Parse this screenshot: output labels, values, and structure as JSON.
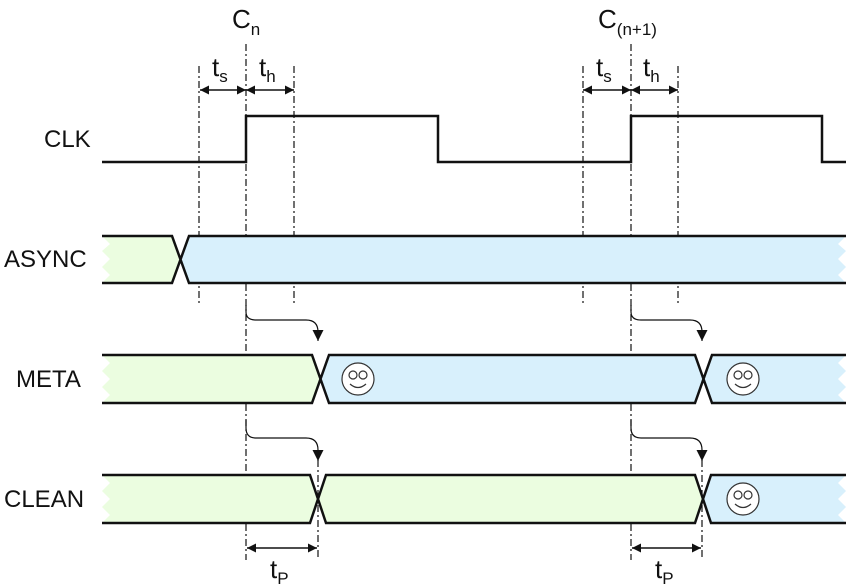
{
  "title": "Two-flop synchronizer timing diagram",
  "colors": {
    "line": "#111111",
    "old_value_fill": "#ebfde0",
    "new_value_fill": "#d8f0fc",
    "background": "#ffffff"
  },
  "clock_edges": [
    {
      "id": "cn",
      "label": "C",
      "subscript": "n"
    },
    {
      "id": "cn1",
      "label": "C",
      "subscript": "(n+1)"
    }
  ],
  "timing_labels": {
    "setup": {
      "label": "t",
      "subscript": "s"
    },
    "hold": {
      "label": "t",
      "subscript": "h"
    },
    "propagation": {
      "label": "t",
      "subscript": "P"
    }
  },
  "signals": [
    {
      "id": "clk",
      "label": "CLK",
      "type": "clock"
    },
    {
      "id": "async",
      "label": "ASYNC",
      "type": "bus",
      "segments": [
        "old",
        "new"
      ]
    },
    {
      "id": "meta",
      "label": "META",
      "type": "bus",
      "segments": [
        "old",
        "new-metastable",
        "new-resolved"
      ],
      "icons": [
        "smiley-icon",
        "smiley-icon"
      ]
    },
    {
      "id": "clean",
      "label": "CLEAN",
      "type": "bus",
      "segments": [
        "old",
        "old",
        "new"
      ],
      "icons": [
        "smiley-icon"
      ]
    }
  ]
}
